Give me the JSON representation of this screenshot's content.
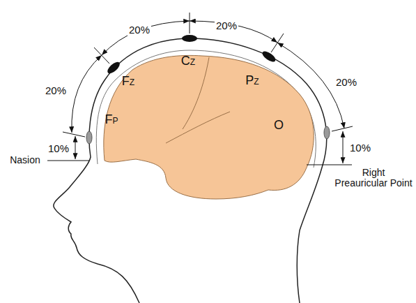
{
  "diagram": {
    "labels": [
      "20%",
      "20%",
      "20%",
      "20%",
      "10%",
      "10%",
      "Nasion",
      "Right Preauricular Point",
      "FZ",
      "CZ",
      "PZ",
      "FP",
      "O"
    ]
  }
}
